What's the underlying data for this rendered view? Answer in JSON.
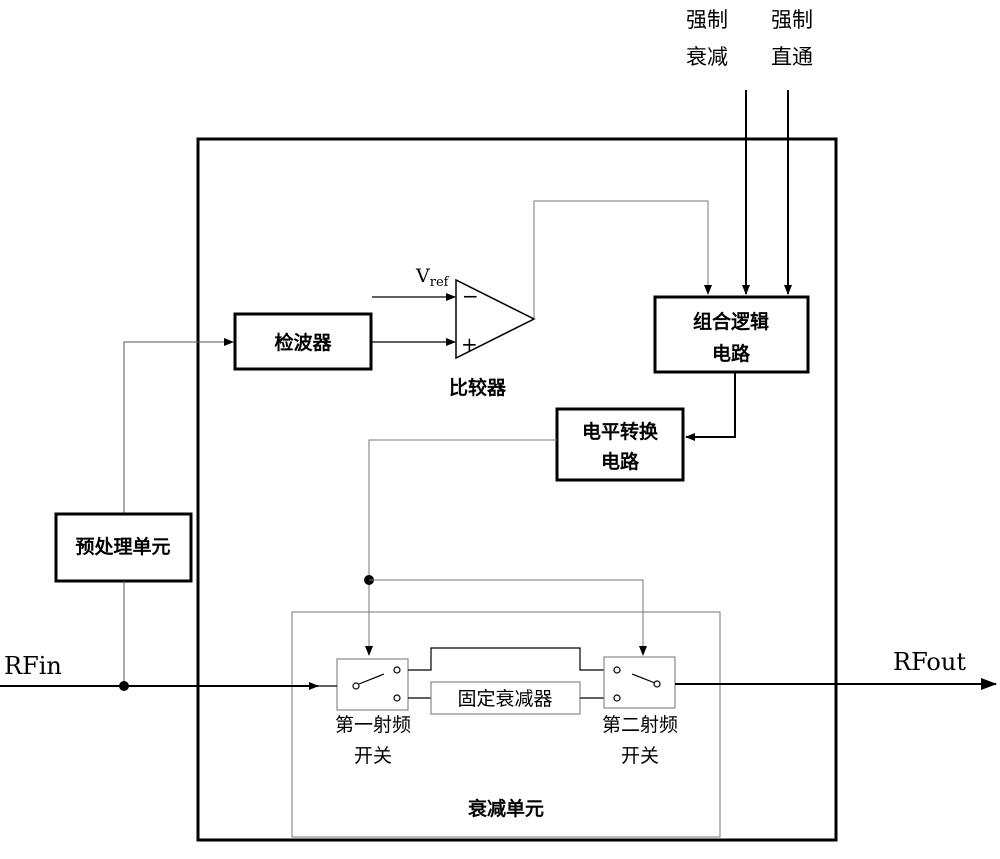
{
  "inputs": {
    "force_attenuate": [
      "强制",
      "衰减"
    ],
    "force_through": [
      "强制",
      "直通"
    ]
  },
  "blocks": {
    "detector": "检波器",
    "comparator_label": "比较器",
    "vref_main": "V",
    "vref_sub": "ref",
    "minus_sign": "−",
    "plus_sign": "+",
    "logic": [
      "组合逻辑",
      "电路"
    ],
    "level_shift": [
      "电平转换",
      "电路"
    ],
    "preprocess": "预处理单元",
    "fixed_attenuator": "固定衰减器",
    "switch1": [
      "第一射频",
      "开关"
    ],
    "switch2": [
      "第二射频",
      "开关"
    ],
    "attenuation_unit": "衰减单元"
  },
  "ports": {
    "rf_in": "RFin",
    "rf_out": "RFout"
  }
}
